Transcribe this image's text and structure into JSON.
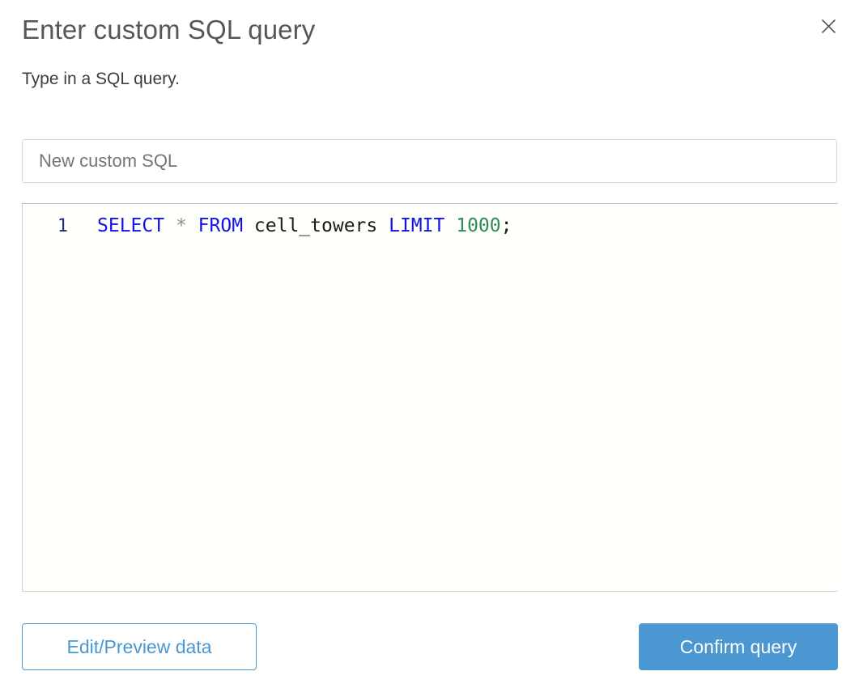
{
  "dialog": {
    "title": "Enter custom SQL query",
    "subtitle": "Type in a SQL query.",
    "close_icon": "close-icon"
  },
  "name_field": {
    "value": "",
    "placeholder": "New custom SQL"
  },
  "editor": {
    "line_number": "1",
    "query": "SELECT * FROM cell_towers LIMIT 1000;",
    "tokens": [
      {
        "text": "SELECT",
        "type": "keyword"
      },
      {
        "text": " ",
        "type": "plain"
      },
      {
        "text": "*",
        "type": "operator"
      },
      {
        "text": " ",
        "type": "plain"
      },
      {
        "text": "FROM",
        "type": "keyword"
      },
      {
        "text": " ",
        "type": "plain"
      },
      {
        "text": "cell_towers",
        "type": "ident"
      },
      {
        "text": " ",
        "type": "plain"
      },
      {
        "text": "LIMIT",
        "type": "keyword"
      },
      {
        "text": " ",
        "type": "plain"
      },
      {
        "text": "1000",
        "type": "number"
      },
      {
        "text": ";",
        "type": "punct"
      }
    ]
  },
  "footer": {
    "secondary_label": "Edit/Preview data",
    "primary_label": "Confirm query"
  },
  "colors": {
    "accent": "#4a97d2",
    "keyword": "#1111ee",
    "number": "#2e8b57",
    "operator": "#8f8f8f",
    "line_number": "#20317a",
    "title_text": "#575757",
    "subtitle_text": "#3d3d3d",
    "placeholder_text": "#757575",
    "editor_background": "#fffffc",
    "border": "#d7d7d7"
  }
}
